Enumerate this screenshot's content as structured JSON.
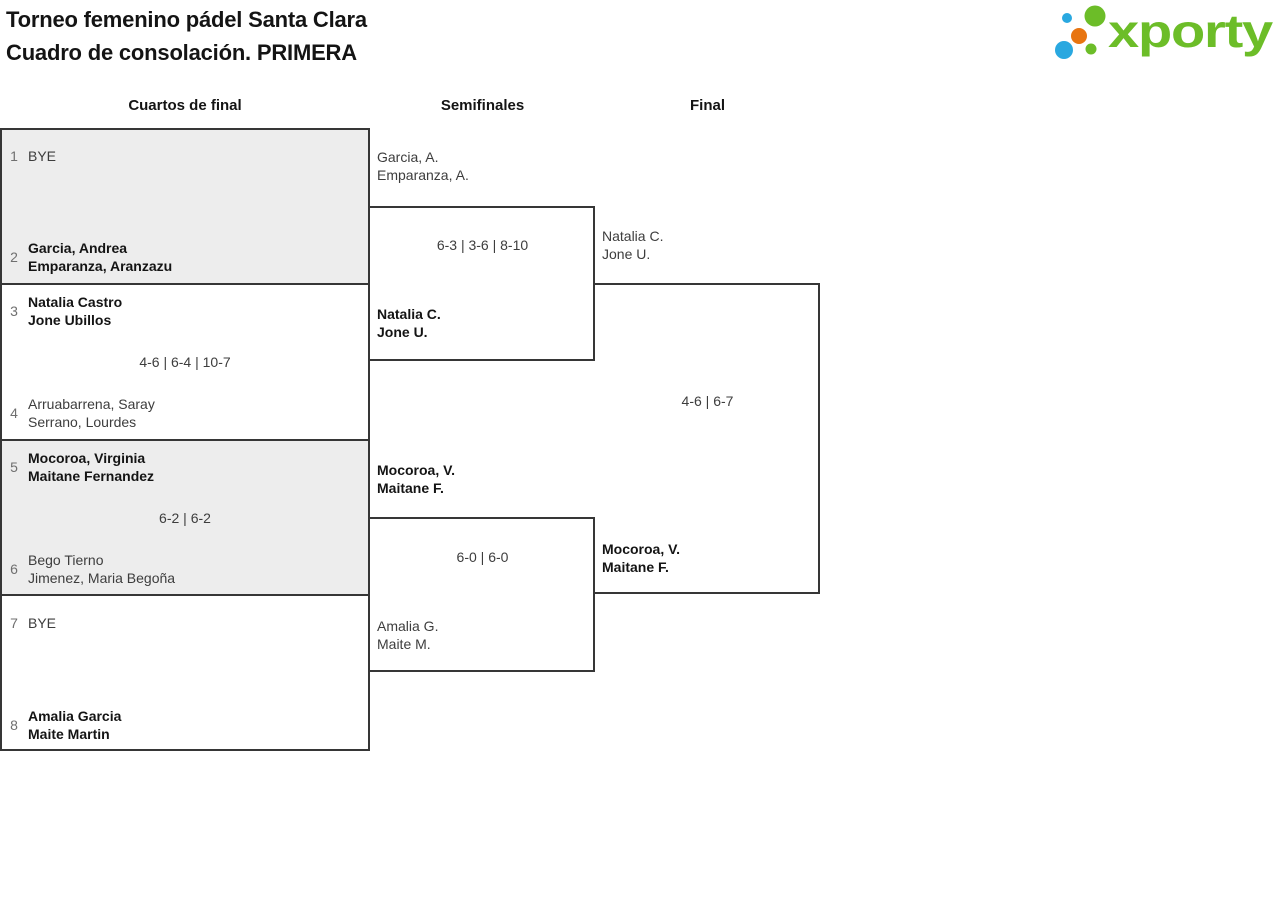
{
  "header": {
    "title_line1": "Torneo femenino pádel Santa Clara",
    "title_line2": "Cuadro de consolación. PRIMERA",
    "logo_text": "xporty"
  },
  "colors": {
    "logo_green": "#6cbd28",
    "logo_blue": "#29a8e0",
    "logo_orange": "#e87511",
    "box_fill_shaded": "#ededed",
    "box_border": "#363636"
  },
  "round_headers": [
    "Cuartos de final",
    "Semifinales",
    "Final"
  ],
  "bracket": {
    "quarterfinals": [
      {
        "seed_top": "1",
        "seed_bottom": "2",
        "top": {
          "line1": "BYE",
          "line2": "",
          "winner": false
        },
        "bottom": {
          "line1": "Garcia, Andrea",
          "line2": "Emparanza, Aranzazu",
          "winner": true
        },
        "score": ""
      },
      {
        "seed_top": "3",
        "seed_bottom": "4",
        "top": {
          "line1": "Natalia Castro",
          "line2": "Jone Ubillos",
          "winner": true
        },
        "bottom": {
          "line1": "Arruabarrena, Saray",
          "line2": "Serrano, Lourdes",
          "winner": false
        },
        "score": "4-6 | 6-4 | 10-7"
      },
      {
        "seed_top": "5",
        "seed_bottom": "6",
        "top": {
          "line1": "Mocoroa, Virginia",
          "line2": "Maitane Fernandez",
          "winner": true
        },
        "bottom": {
          "line1": "Bego Tierno",
          "line2": "Jimenez, Maria Begoña",
          "winner": false
        },
        "score": "6-2 | 6-2"
      },
      {
        "seed_top": "7",
        "seed_bottom": "8",
        "top": {
          "line1": "BYE",
          "line2": "",
          "winner": false
        },
        "bottom": {
          "line1": "Amalia Garcia",
          "line2": "Maite Martin",
          "winner": true
        },
        "score": ""
      }
    ],
    "semifinals": [
      {
        "top": {
          "line1": "Garcia, A.",
          "line2": "Emparanza, A.",
          "winner": false
        },
        "bottom": {
          "line1": "Natalia C.",
          "line2": "Jone U.",
          "winner": true
        },
        "score": "6-3 | 3-6 | 8-10"
      },
      {
        "top": {
          "line1": "Mocoroa, V.",
          "line2": "Maitane F.",
          "winner": true
        },
        "bottom": {
          "line1": "Amalia G.",
          "line2": "Maite M.",
          "winner": false
        },
        "score": "6-0 | 6-0"
      }
    ],
    "final": {
      "top": {
        "line1": "Natalia C.",
        "line2": "Jone U.",
        "winner": false
      },
      "bottom": {
        "line1": "Mocoroa, V.",
        "line2": "Maitane F.",
        "winner": true
      },
      "score": "4-6 | 6-7"
    }
  }
}
